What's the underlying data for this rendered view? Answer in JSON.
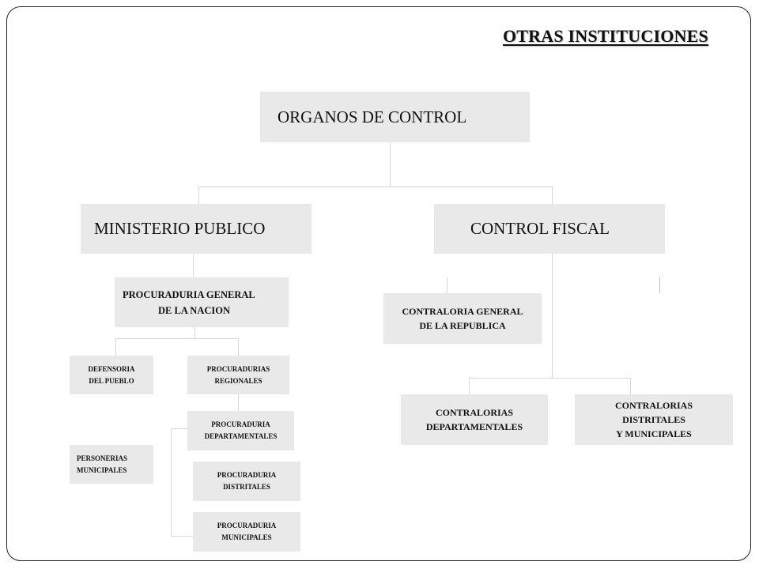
{
  "header": {
    "title": "OTRAS INSTITUCIONES"
  },
  "org": {
    "root": "ORGANOS DE CONTROL",
    "ministerio": "MINISTERIO PUBLICO",
    "control_fiscal": "CONTROL FISCAL",
    "procuraduria_general": [
      "PROCURADURIA GENERAL",
      "DE LA NACION"
    ],
    "defensoria": [
      "DEFENSORIA",
      "DEL PUEBLO"
    ],
    "procuradurias_regionales": [
      "PROCURADURIAS",
      "REGIONALES"
    ],
    "procuraduria_departamentales": [
      "PROCURADURIA",
      "DEPARTAMENTALES"
    ],
    "personerias": [
      "PERSONERIAS",
      "MUNICIPALES"
    ],
    "procuraduria_distritales": [
      "PROCURADURIA",
      "DISTRITALES"
    ],
    "procuraduria_municipales": [
      "PROCURADURIA",
      "MUNICIPALES"
    ],
    "contraloria_general": [
      "CONTRALORIA GENERAL",
      "DE LA REPUBLICA"
    ],
    "contralorias_departamentales": [
      "CONTRALORIAS",
      "DEPARTAMENTALES"
    ],
    "contralorias_distritales": [
      "CONTRALORIAS",
      "DISTRITALES",
      "Y MUNICIPALES"
    ]
  }
}
